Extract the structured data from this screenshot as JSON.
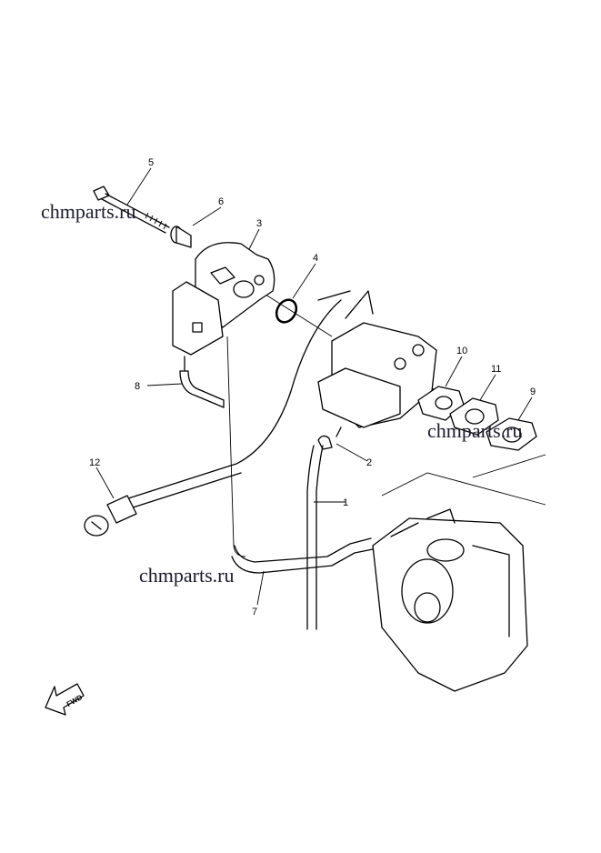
{
  "diagram": {
    "callouts": [
      "1",
      "2",
      "3",
      "4",
      "5",
      "6",
      "7",
      "8",
      "9",
      "10",
      "11",
      "12"
    ],
    "direction_marker": "FWD",
    "watermarks": [
      "chmparts.ru",
      "chmparts.ru",
      "chmparts.ru"
    ]
  }
}
